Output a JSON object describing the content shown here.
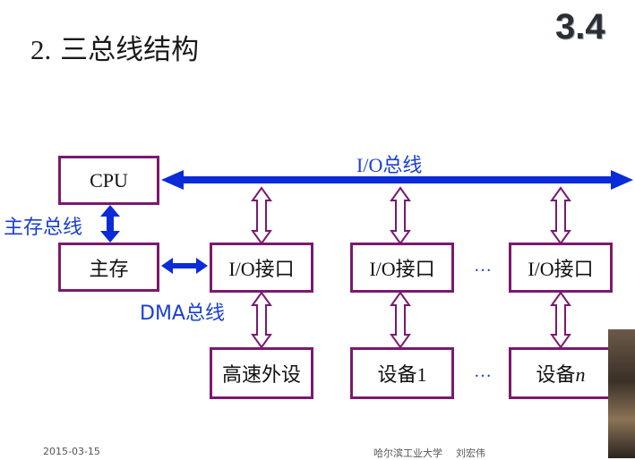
{
  "title": {
    "number": "2.",
    "text": "三总线结构"
  },
  "section_number": "3.4",
  "labels": {
    "io_bus": "I/O总线",
    "main_memory_bus": "主存总线",
    "dma_bus": "DMA总线",
    "ellipsis": "…"
  },
  "boxes": {
    "cpu": "CPU",
    "main_memory": "主存",
    "io_interface": "I/O接口",
    "high_speed_peripheral": "高速外设",
    "device_1": "设备1",
    "device_n_prefix": "设备",
    "device_n_suffix": "n"
  },
  "footer": {
    "date": "2015-03-15",
    "institution": "哈尔滨工业大学",
    "author": "刘宏伟"
  },
  "colors": {
    "box_border": "#7a1a6e",
    "bus_blue": "#0b2bd9",
    "label_blue": "#1a3fd0",
    "hollow_arrow": "#7a1a6e"
  }
}
